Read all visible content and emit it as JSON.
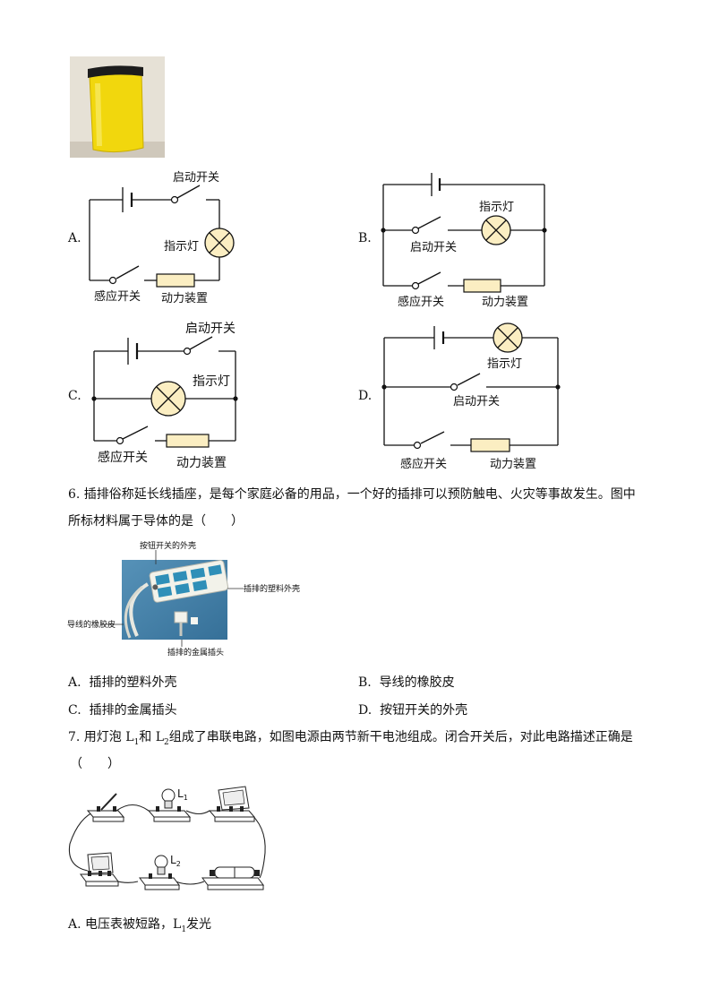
{
  "labels": {
    "start_switch": "启动开关",
    "indicator_lamp": "指示灯",
    "sensor_switch": "感应开关",
    "power_device": "动力装置"
  },
  "options_5": [
    "A.",
    "B.",
    "C.",
    "D."
  ],
  "q6": {
    "line1": "6. 插排俗称延长线插座，是每个家庭必备的用品，一个好的插排可以预防触电、火灾等事故发生。图中",
    "line2": "所标材料属于导体的是（　　）",
    "fig_labels": {
      "button_shell": "按钮开关的外壳",
      "plastic_shell": "插排的塑料外壳",
      "wire_rubber": "导线的橡胶皮",
      "metal_plug": "插排的金属插头"
    },
    "options": [
      {
        "letter": "A.",
        "text": "插排的塑料外壳"
      },
      {
        "letter": "B.",
        "text": "导线的橡胶皮"
      },
      {
        "letter": "C.",
        "text": "插排的金属插头"
      },
      {
        "letter": "D.",
        "text": "按钮开关的外壳"
      }
    ]
  },
  "q7": {
    "part1": "7. 用灯泡 L",
    "sub1": "1",
    "part2": "和 L",
    "sub2": "2",
    "part3": "组成了串联电路，如图电源由两节新干电池组成。闭合开关后，对此电路描述正确是",
    "line2": "（　　）",
    "l1": "L",
    "l1sub": "1",
    "l2": "L",
    "l2sub": "2",
    "optA_pre": "A. 电压表被短路，L",
    "optA_sub": "1",
    "optA_post": "发光"
  }
}
